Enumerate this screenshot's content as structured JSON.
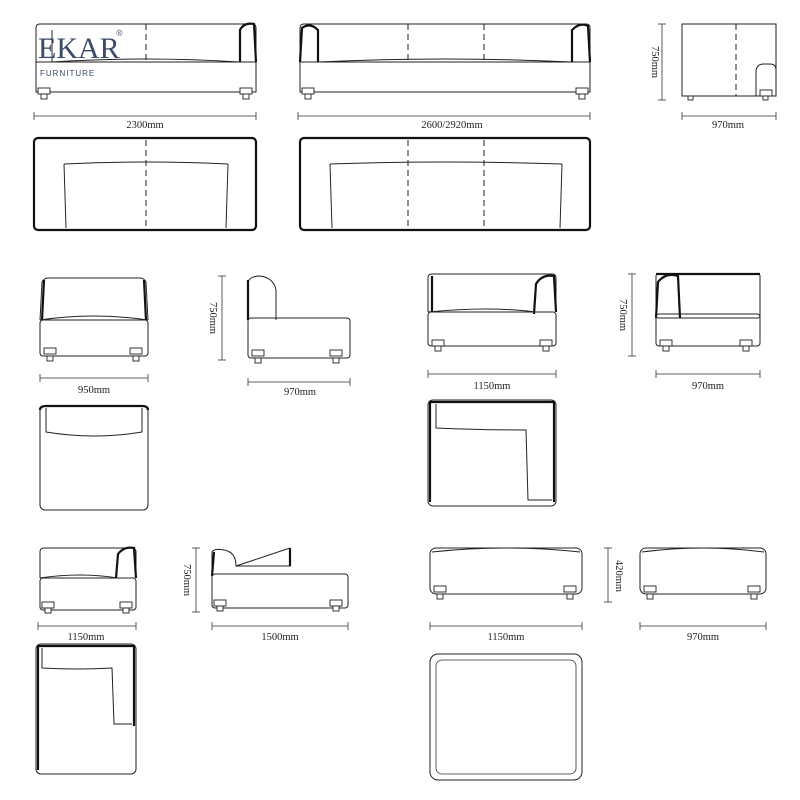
{
  "brand": {
    "name": "EKAR",
    "registered_mark": "®",
    "tagline": "FURNITURE",
    "color": "#3b4a66"
  },
  "dimensions": {
    "three_seat_width": "2300mm",
    "four_seat_width": "2600/2920mm",
    "sofa_side_depth": "970mm",
    "sofa_side_height": "750mm",
    "armless_width": "950mm",
    "armless_side_depth": "970mm",
    "armless_side_height": "750mm",
    "corner_width": "1150mm",
    "corner_side_depth": "970mm",
    "corner_side_height": "750mm",
    "arm_unit_width": "1150mm",
    "chaise_side_depth": "1500mm",
    "chaise_side_height": "750mm",
    "ottoman_width": "1150mm",
    "ottoman_side_depth": "970mm",
    "ottoman_height": "420mm"
  }
}
